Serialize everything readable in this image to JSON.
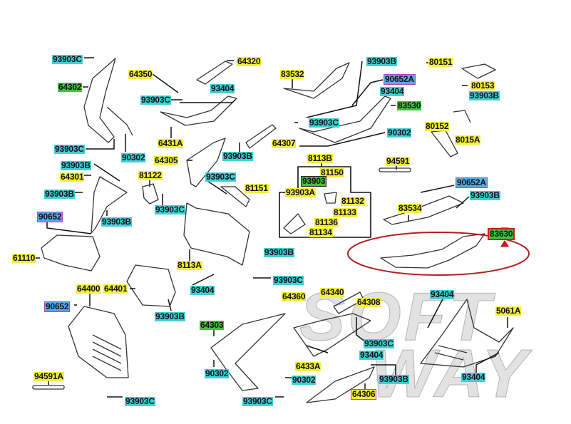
{
  "colors": {
    "yellow": "#f4ee3c",
    "cyan": "#40cfd6",
    "green": "#3cc43c",
    "purple": "#9d7fe0",
    "red_mark": "#d01818",
    "ellipse": "#b02020"
  },
  "watermark": {
    "line1": "SOFT",
    "line2": "WAY"
  },
  "labels": [
    {
      "text": "93903C",
      "hl": "cyan"
    },
    {
      "text": "64302",
      "hl": "green"
    },
    {
      "text": "64350",
      "hl": "yellow"
    },
    {
      "text": "64320",
      "hl": "yellow"
    },
    {
      "text": "93404",
      "hl": "cyan"
    },
    {
      "text": "93903C",
      "hl": "cyan"
    },
    {
      "text": "93903C",
      "hl": "cyan"
    },
    {
      "text": "6431A",
      "hl": "yellow"
    },
    {
      "text": "90302",
      "hl": "cyan"
    },
    {
      "text": "64305",
      "hl": "yellow"
    },
    {
      "text": "93903B",
      "hl": "cyan"
    },
    {
      "text": "64307",
      "hl": "yellow"
    },
    {
      "text": "93903B",
      "hl": "cyan"
    },
    {
      "text": "64301",
      "hl": "yellow"
    },
    {
      "text": "81122",
      "hl": "yellow"
    },
    {
      "text": "93903C",
      "hl": "cyan"
    },
    {
      "text": "81151",
      "hl": "yellow"
    },
    {
      "text": "93903B",
      "hl": "cyan"
    },
    {
      "text": "93903C",
      "hl": "cyan"
    },
    {
      "text": "93903B",
      "hl": "cyan"
    },
    {
      "text": "90652",
      "hl": "purple"
    },
    {
      "text": "61110",
      "hl": "yellow"
    },
    {
      "text": "8113A",
      "hl": "yellow"
    },
    {
      "text": "93903B",
      "hl": "cyan"
    },
    {
      "text": "93903C",
      "hl": "cyan"
    },
    {
      "text": "93404",
      "hl": "cyan"
    },
    {
      "text": "64400",
      "hl": "yellow"
    },
    {
      "text": "64401",
      "hl": "yellow"
    },
    {
      "text": "90652",
      "hl": "purple"
    },
    {
      "text": "93903B",
      "hl": "cyan"
    },
    {
      "text": "64303",
      "hl": "green"
    },
    {
      "text": "90302",
      "hl": "cyan"
    },
    {
      "text": "94591A",
      "hl": "yellow"
    },
    {
      "text": "93903C",
      "hl": "cyan"
    },
    {
      "text": "93903C",
      "hl": "cyan"
    },
    {
      "text": "83532",
      "hl": "yellow"
    },
    {
      "text": "93903B",
      "hl": "cyan"
    },
    {
      "text": "90652A",
      "hl": "purple"
    },
    {
      "text": "93404",
      "hl": "cyan"
    },
    {
      "text": "83530",
      "hl": "green"
    },
    {
      "text": "93903C",
      "hl": "cyan"
    },
    {
      "text": "90302",
      "hl": "cyan"
    },
    {
      "text": "8113B",
      "hl": "yellow"
    },
    {
      "text": "81150",
      "hl": "yellow"
    },
    {
      "text": "93903",
      "hl": "green"
    },
    {
      "text": "93903A",
      "hl": "yellow"
    },
    {
      "text": "81132",
      "hl": "yellow"
    },
    {
      "text": "81133",
      "hl": "yellow"
    },
    {
      "text": "81136",
      "hl": "yellow"
    },
    {
      "text": "81134",
      "hl": "yellow"
    },
    {
      "text": "94591",
      "hl": "yellow"
    },
    {
      "text": "80151",
      "hl": "yellow"
    },
    {
      "text": "80153",
      "hl": "yellow"
    },
    {
      "text": "93903B",
      "hl": "cyan"
    },
    {
      "text": "80152",
      "hl": "yellow"
    },
    {
      "text": "8015A",
      "hl": "yellow"
    },
    {
      "text": "90652A",
      "hl": "purple"
    },
    {
      "text": "93903B",
      "hl": "cyan"
    },
    {
      "text": "83534",
      "hl": "yellow"
    },
    {
      "text": "83630",
      "hl": "green"
    },
    {
      "text": "64360",
      "hl": "yellow"
    },
    {
      "text": "64340",
      "hl": "yellow"
    },
    {
      "text": "64308",
      "hl": "yellow"
    },
    {
      "text": "93903C",
      "hl": "cyan"
    },
    {
      "text": "93404",
      "hl": "cyan"
    },
    {
      "text": "6433A",
      "hl": "yellow"
    },
    {
      "text": "90302",
      "hl": "cyan"
    },
    {
      "text": "93903B",
      "hl": "cyan"
    },
    {
      "text": "64306",
      "hl": "yellow"
    },
    {
      "text": "93404",
      "hl": "cyan"
    },
    {
      "text": "5061A",
      "hl": "yellow"
    },
    {
      "text": "93404",
      "hl": "cyan"
    }
  ]
}
